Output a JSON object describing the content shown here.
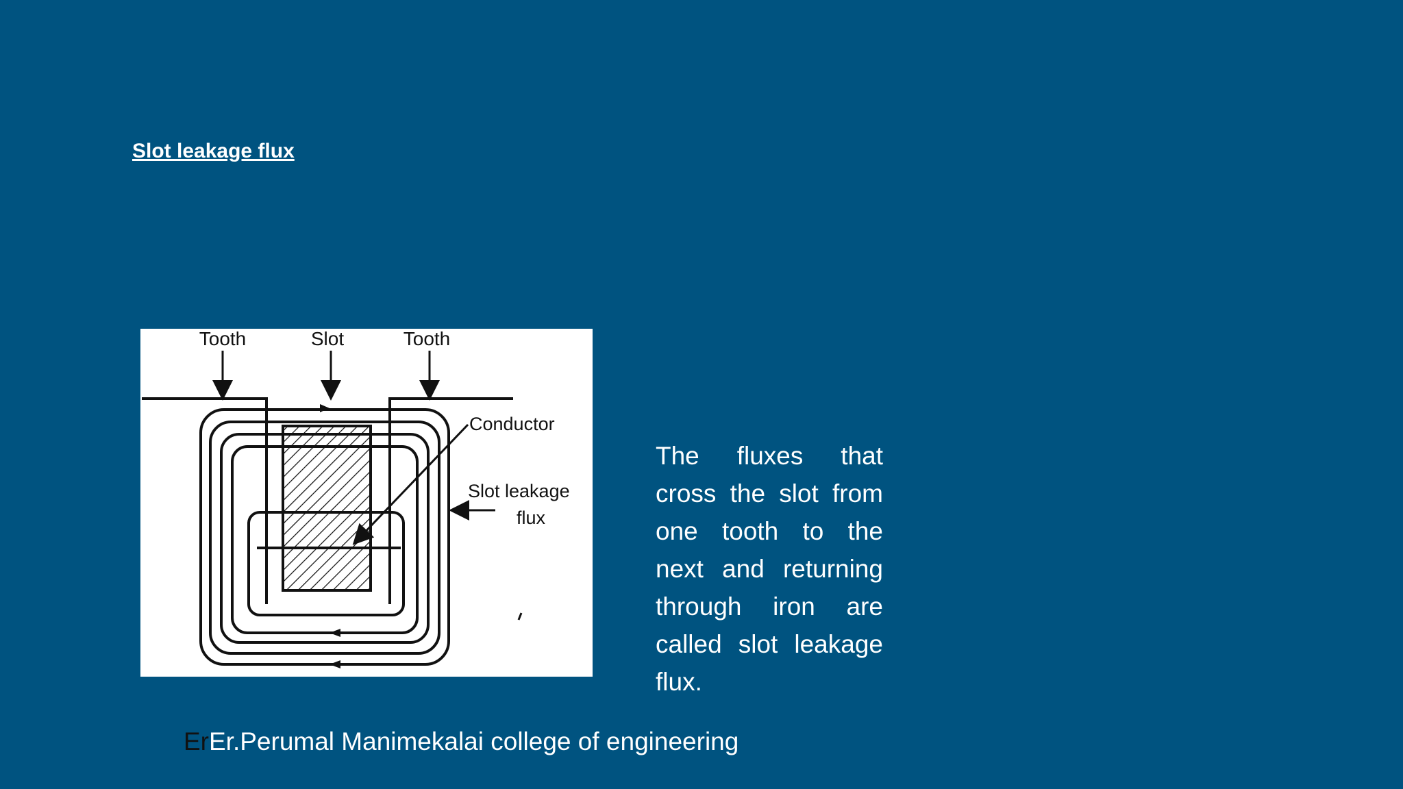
{
  "slide": {
    "title": "Slot leakage flux",
    "body": "The fluxes that cross the slot from one tooth to the next and returning through iron are called slot leakage flux.",
    "footer_prefix": "Er",
    "footer": "Er.Perumal Manimekalai college of engineering"
  },
  "figure": {
    "labels": {
      "tooth_left": "Tooth",
      "slot": "Slot",
      "tooth_right": "Tooth",
      "conductor": "Conductor",
      "leakage_line1": "Slot leakage",
      "leakage_line2": "flux"
    }
  },
  "colors": {
    "background": "#005380",
    "text": "#ffffff",
    "figure_background": "#ffffff",
    "figure_ink": "#111111"
  }
}
